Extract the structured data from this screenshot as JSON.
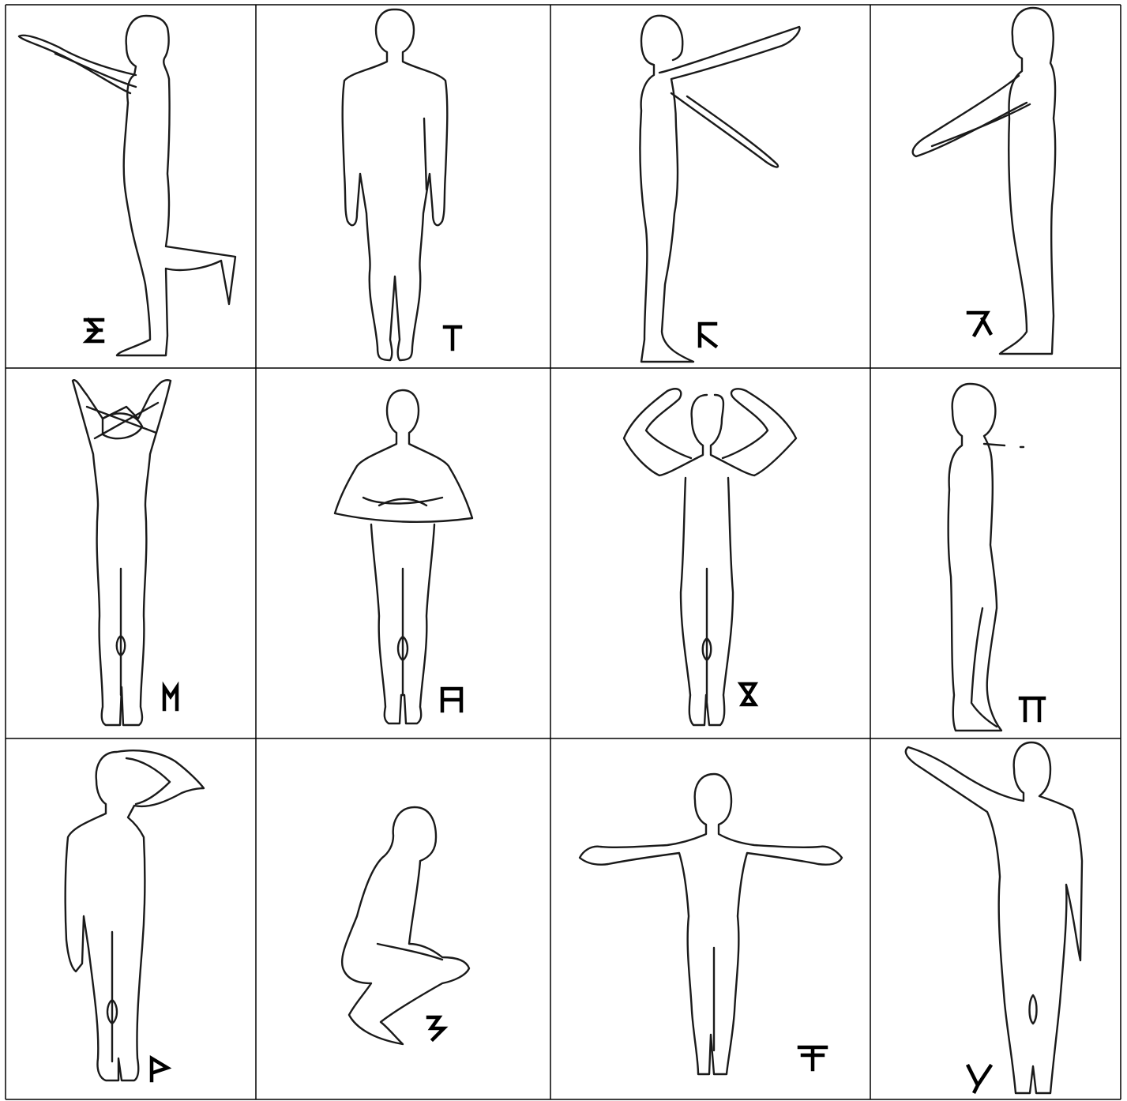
{
  "grid": {
    "rows": 3,
    "columns": 4,
    "panels": [
      {
        "pose": "standing-profile-arms-raised-forward-one-leg-bent-back",
        "symbol_icon": "rune-e-icon"
      },
      {
        "pose": "standing-front-arms-at-sides",
        "symbol_icon": "rune-t-icon"
      },
      {
        "pose": "standing-profile-one-arm-raised-one-arm-lowered-forward",
        "symbol_icon": "rune-k-icon"
      },
      {
        "pose": "standing-profile-arms-angled-down-forward",
        "symbol_icon": "rune-lambda-icon"
      },
      {
        "pose": "standing-front-arms-crossed-over-head",
        "symbol_icon": "rune-m-icon"
      },
      {
        "pose": "standing-front-arms-folded-at-chest",
        "symbol_icon": "rune-h-icon"
      },
      {
        "pose": "standing-front-hands-on-head",
        "symbol_icon": "rune-hourglass-icon"
      },
      {
        "pose": "walking-profile-arms-down",
        "symbol_icon": "rune-pi-icon"
      },
      {
        "pose": "standing-front-one-hand-on-head",
        "symbol_icon": "rune-p-icon"
      },
      {
        "pose": "squatting-profile-arms-on-knees",
        "symbol_icon": "rune-z-icon"
      },
      {
        "pose": "standing-front-arms-outstretched-sideways",
        "symbol_icon": "rune-double-t-icon"
      },
      {
        "pose": "standing-back-one-arm-raised-diagonal",
        "symbol_icon": "rune-y-icon"
      }
    ]
  }
}
